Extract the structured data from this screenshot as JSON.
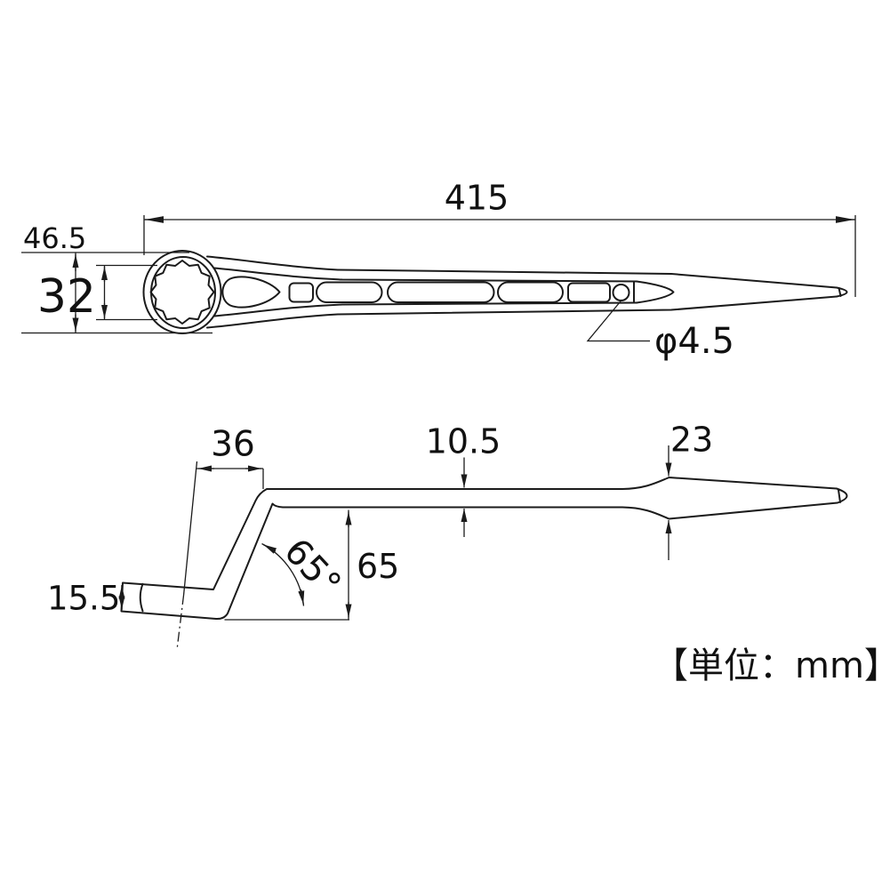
{
  "diagram": {
    "unit_note": "【単位：mm】",
    "top_view": {
      "overall_length": "415",
      "head_width": "46.5",
      "opening_size": "32",
      "hole_diameter": "φ4.5"
    },
    "side_view": {
      "head_offset": "36",
      "shank_thickness": "10.5",
      "blade_width": "23",
      "drop_height": "65",
      "bend_angle": "65°",
      "head_thickness": "15.5"
    }
  }
}
